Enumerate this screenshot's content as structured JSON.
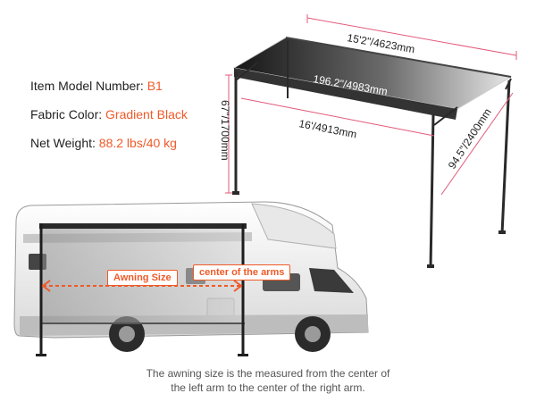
{
  "specs": [
    {
      "label": "Item Model Number: ",
      "value": "B1"
    },
    {
      "label": "Fabric Color: ",
      "value": "Gradient Black"
    },
    {
      "label": "Net Weight: ",
      "value": "88.2 lbs/40 kg"
    }
  ],
  "dimensions": {
    "top_width": "15'2\"/4623mm",
    "fabric_width": "196.2\"/4983mm",
    "frame_width": "16'/4913mm",
    "height": "67\"/1700mm",
    "depth": "94.5\"/2400mm"
  },
  "rv_labels": {
    "awning_size": "Awning Size",
    "center_arms": "center of the arms"
  },
  "caption": {
    "line1": "The awning size is the measured from the center of",
    "line2": "the left arm to the center of the right arm."
  },
  "colors": {
    "accent": "#f05a28",
    "dimension_line": "#e35a7a",
    "text": "#1f1f1f"
  }
}
